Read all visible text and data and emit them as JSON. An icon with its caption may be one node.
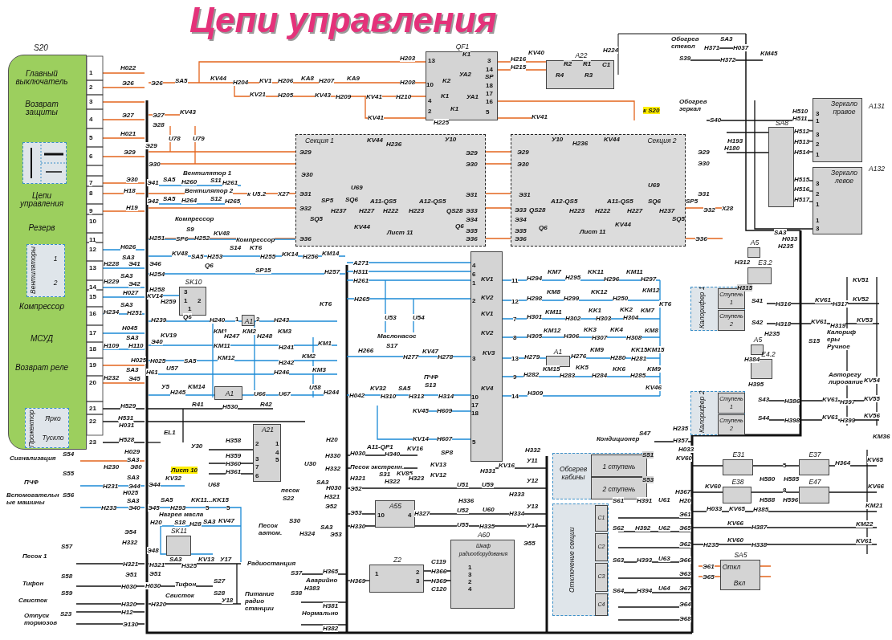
{
  "diagram": {
    "title": "Цепи управления",
    "nodes": [
      {
        "text": [
          "S20",
          "Главный выключатель",
          "Возврат защиты",
          "Цепи управления",
          "Резерв",
          "Компрессор",
          "МСУД",
          "Возврат реле"
        ]
      },
      {
        "text": [
          "Вентиляторы",
          "1",
          "2"
        ],
        "in": 0
      },
      {
        "text": [],
        "shape": "picture",
        "in": 0
      },
      {
        "text": [
          "Прожектор",
          "Ярко",
          "Тускло"
        ],
        "in": 0
      },
      {
        "text": [
          "QF1"
        ]
      },
      {
        "text": [
          "A22"
        ]
      },
      {
        "text": [
          "Секция 1"
        ]
      },
      {
        "text": [
          "Секция 2"
        ]
      },
      {
        "text": [
          "SA8"
        ]
      },
      {
        "text": [
          "Зеркало правое",
          "A131"
        ]
      },
      {
        "text": [
          "Зеркало левое",
          "A132"
        ]
      },
      {
        "text": [
          "SK10"
        ]
      },
      {
        "text": [
          "A1"
        ]
      },
      {
        "text": [
          "A1"
        ]
      },
      {
        "text": [
          "A1"
        ]
      },
      {
        "text": [
          "A21"
        ]
      },
      {
        "text": [
          "SK11"
        ]
      },
      {
        "text": [
          "A55"
        ]
      },
      {
        "text": [
          "A60",
          "Шкаф радиооборудования"
        ]
      },
      {
        "text": [
          "Z2"
        ]
      },
      {
        "text": [
          "Обогрев кабины"
        ]
      },
      {
        "text": [
          "1 ступень"
        ],
        "in": 20
      },
      {
        "text": [
          "2 ступень"
        ],
        "in": 20
      },
      {
        "text": [
          "Отключение секции"
        ]
      },
      {
        "text": [
          "C1"
        ],
        "in": 23
      },
      {
        "text": [
          "C2"
        ],
        "in": 23
      },
      {
        "text": [
          "C3"
        ],
        "in": 23
      },
      {
        "text": [
          "C4"
        ],
        "in": 23
      },
      {
        "text": [
          "Калорифер 1"
        ]
      },
      {
        "text": [
          "Ступень1"
        ],
        "in": 28
      },
      {
        "text": [
          "Ступень 2"
        ],
        "in": 28
      },
      {
        "text": [
          "Калорифер 2"
        ]
      },
      {
        "text": [
          "Ступень1"
        ],
        "in": 31
      },
      {
        "text": [
          "Ступень 2"
        ],
        "in": 31
      },
      {
        "text": [
          "A5"
        ]
      },
      {
        "text": [
          "E3.2"
        ]
      },
      {
        "text": [
          "A5"
        ]
      },
      {
        "text": [
          "E4.2"
        ]
      },
      {
        "text": [
          "SA5",
          "Откл",
          "Вкл"
        ]
      },
      {
        "text": [
          "E31"
        ]
      },
      {
        "text": [
          "E37"
        ]
      },
      {
        "text": [
          "E38"
        ]
      },
      {
        "text": [
          "E47"
        ]
      },
      {
        "text": [],
        "shape": "box"
      }
    ],
    "labels": [
      "1",
      "2",
      "3",
      "4",
      "5",
      "6",
      "7",
      "8",
      "9",
      "10",
      "11",
      "12",
      "13",
      "14",
      "15",
      "16",
      "17",
      "18",
      "19",
      "20",
      "21",
      "22",
      "23",
      "Н022",
      "Э26",
      "Э26",
      "SA5",
      "KV44",
      "Н204",
      "KV1",
      "Н206",
      "KA8",
      "Н207",
      "KA9",
      "Н208",
      "KV21",
      "Н205",
      "KV43",
      "Н209",
      "KV41",
      "Н210",
      "KV41",
      "Н225",
      "Н203",
      "Э27",
      "Э27",
      "KV43",
      "Э28",
      "Н021",
      "U78",
      "U79",
      "Э29",
      "Э29",
      "Э30",
      "Вентилятор 1",
      "Э30",
      "Э41",
      "SA5",
      "Н260",
      "S11",
      "Н261",
      "Н18",
      "Вентилятор 2",
      "Э42",
      "SA5",
      "Н264",
      "S12",
      "Н265",
      "к U5.2",
      "X27",
      "Н19",
      "Компрессор",
      "S9",
      "Н251",
      "SP6",
      "Н252",
      "KV48",
      "Компрессор",
      "Н026",
      "KV48",
      "SA5",
      "Н253",
      "S14",
      "KT6",
      "Н255",
      "KK14",
      "Н256",
      "KM14",
      "SA3",
      "Н228",
      "Э41",
      "Э46",
      "Q6",
      "Н254",
      "SP15",
      "Н257",
      "SA3",
      "Н229",
      "Э42",
      "Н258",
      "Н027",
      "KV14",
      "Н259",
      "SA3",
      "Н234",
      "Н251",
      "Н239",
      "Q6",
      "Н240",
      "Н243",
      "Н045",
      "KM1",
      "Н247",
      "KM2",
      "Н248",
      "KM3",
      "KT6",
      "3",
      "1",
      "2",
      "1",
      "1",
      "2",
      "SA3",
      "Н109",
      "Н110",
      "Э40",
      "KV19",
      "KM11",
      "Н241",
      "Н025",
      "Н025",
      "SA5",
      "KM12",
      "Н242",
      "SA3",
      "Н232",
      "Э45",
      "Н61",
      "U57",
      "Н246",
      "У5",
      "Н245",
      "KM14",
      "U66",
      "U67",
      "U58",
      "Н244",
      "Н529",
      "R41",
      "Н530",
      "R42",
      "Н531",
      "Н031",
      "EL1",
      "Н528",
      "Н358",
      "У30",
      "Н359",
      "Н360",
      "Н361",
      "Лист 10",
      "2",
      "3",
      "7",
      "6",
      "1",
      "4",
      "5",
      "Н029",
      "Сигнализация",
      "S54",
      "SA3",
      "Н230",
      "Э80",
      "ПЧФ",
      "S55",
      "SA3",
      "Н231",
      "Э44",
      "Э44",
      "KV32",
      "U68",
      "Вспомогательные машины",
      "S56",
      "Н025",
      "SA3",
      "SA5",
      "KK11...KK15",
      "Н233",
      "Э40",
      "Э45",
      "Н293",
      "5",
      "5",
      "Нагрев масла",
      "SA3",
      "KV47",
      "Н20",
      "S18",
      "Н28",
      "Э54",
      "Н332",
      "Э48",
      "S57",
      "Песок 1",
      "Н321",
      "Н321",
      "SA3",
      "Н325",
      "KV13",
      "У17",
      "Радиостанция",
      "Э51",
      "Э51",
      "Тифон",
      "S27",
      "S58",
      "Тифон",
      "Н030",
      "Н030",
      "Свисток",
      "S28",
      "У18",
      "Питание радио станции",
      "S59",
      "Свисток",
      "Н320",
      "Н320",
      "S23",
      "Н12",
      "Отпуск тормозов",
      "Э130",
      "песок",
      "S22",
      "S30",
      "Песок автом.",
      "S37",
      "S38",
      "Маслонасос",
      "S17",
      "Н266",
      "Н277",
      "KV47",
      "Н278",
      "A271",
      "Н311",
      "Н261",
      "Н265",
      "U53",
      "U54",
      "KM1",
      "KM2",
      "KM3",
      "Н042",
      "KV32",
      "SA5",
      "Н310",
      "Н313",
      "ПЧФ",
      "S13",
      "Н314",
      "KV45",
      "Н609",
      "Н20",
      "KV14",
      "Н607",
      "Н330",
      "Н030",
      "A11-QP1",
      "Н340",
      "KV16",
      "SP8",
      "U30",
      "Н332",
      "Песок экстренн.",
      "KV13",
      "S31",
      "KV85",
      "Н321",
      "Н322",
      "Н323",
      "KV12",
      "SA3",
      "Н030",
      "Э52",
      "U51",
      "U59",
      "Н321",
      "Н336",
      "Э52",
      "Э53",
      "Н327",
      "U52",
      "U60",
      "SA3",
      "Н330",
      "U55",
      "Н335",
      "Н324",
      "Э53",
      "10",
      "4",
      "1",
      "2",
      "3",
      "1",
      "3",
      "2",
      "4",
      "Н365",
      "Аварийно",
      "Н369",
      "Н383",
      "Н366",
      "Н369",
      "C119",
      "C120",
      "Н381",
      "Нормально",
      "Н382",
      "4",
      "6",
      "1",
      "2",
      "3",
      "10",
      "17",
      "18",
      "5",
      "11",
      "12",
      "7",
      "8",
      "13",
      "9",
      "14",
      "KV1",
      "KV2",
      "KV1",
      "KV2",
      "KV3",
      "KV4",
      "Н294",
      "KM7",
      "Н295",
      "KK11",
      "Н296",
      "KM11",
      "Н297",
      "Н298",
      "KM8",
      "Н299",
      "KK12",
      "Н250",
      "KM12",
      "KT6",
      "Н301",
      "KM11",
      "Н302",
      "KK1",
      "Н303",
      "KK2",
      "Н304",
      "KM7",
      "Н305",
      "KM12",
      "Н306",
      "KK3",
      "Н307",
      "KK4",
      "Н308",
      "KM8",
      "Н279",
      "Н276",
      "KK15",
      "KM15",
      "Н280",
      "Н281",
      "KM9",
      "Н282",
      "KM15",
      "Н283",
      "KK5",
      "Н284",
      "KK6",
      "Н285",
      "KM9",
      "KV46",
      "Н309",
      "Н331",
      "KV16",
      "У11",
      "У12",
      "Н333",
      "У13",
      "Н334",
      "У14",
      "Э55",
      "Н332",
      "K1",
      "13",
      "3",
      "Н216",
      "KV40",
      "Н224",
      "R2",
      "R1",
      "Н215",
      "14",
      "R4",
      "R3",
      "C1",
      "K2",
      "УА2",
      "SP",
      "10",
      "18",
      "17",
      "K1",
      "УА1",
      "4",
      "16",
      "K1",
      "2",
      "5",
      "KV41",
      "Обогрев стекол",
      "SA3",
      "Н371",
      "Н037",
      "S39",
      "Н372",
      "KM45",
      "к S20",
      "Обогрев зеркал",
      "S40",
      "Н510",
      "Н511",
      "Н512",
      "Н193",
      "Н513",
      "Н180",
      "Н514",
      "Н515",
      "Н516",
      "Н517",
      "X28",
      "3",
      "1",
      "3",
      "2",
      "1",
      "3",
      "2",
      "1",
      "1",
      "3",
      "KV44",
      "Н236",
      "У10",
      "Э29",
      "Э29",
      "Э30",
      "Э30",
      "U69",
      "Э31",
      "Э31",
      "Э32",
      "SP5",
      "Н237",
      "SQ6",
      "Н227",
      "A11-QS5",
      "Н222",
      "A12-QS5",
      "Н223",
      "QS28",
      "Э33",
      "SQ5",
      "Э34",
      "KV44",
      "Лист 11",
      "Q6",
      "Э35",
      "Э36",
      "Э36",
      "У10",
      "Н236",
      "KV44",
      "Э29",
      "Э29",
      "Э30",
      "Э30",
      "U69",
      "Э31",
      "Э31",
      "Э33",
      "QS28",
      "A12-QS5",
      "Н223",
      "A11-QS5",
      "SQ6",
      "SP5",
      "Н222",
      "Н227",
      "Н237",
      "Э32",
      "Э34",
      "Q6",
      "Лист 11",
      "KV44",
      "SQ5",
      "Э35",
      "Э36",
      "Э36",
      "SA3",
      "Н033",
      "Н235",
      "Н312",
      "Н315",
      "S41",
      "Н316",
      "KV51",
      "KV61",
      "Н317",
      "KV52",
      "S42",
      "Н318",
      "KV61",
      "Н319",
      "KV53",
      "Калориферы Ручное",
      "S15",
      "Н235",
      "Н384",
      "Н395",
      "Авторегулирование",
      "KV54",
      "S43",
      "Н386",
      "KV61",
      "Н397",
      "KV55",
      "S44",
      "Н398",
      "KV61",
      "Н399",
      "KV56",
      "KM36",
      "Кондиционер",
      "Н235",
      "S47",
      "Н357",
      "Н033",
      "S51",
      "KV60",
      "Н364",
      "KV65",
      "5",
      "S53",
      "Н580",
      "Н585",
      "8",
      "KV60",
      "Н367",
      "KV66",
      "S61",
      "Н391",
      "U61",
      "Н20",
      "Н588",
      "Н596",
      "Н033",
      "KV65",
      "Н385",
      "KM21",
      "Э61",
      "S62",
      "Н392",
      "U62",
      "Э65",
      "KV66",
      "Н387",
      "KM22",
      "Э62",
      "Н235",
      "KV60",
      "Н338",
      "KV61",
      "S63",
      "Н393",
      "U63",
      "Э66",
      "Э61",
      "Э63",
      "Э65",
      "S64",
      "Н394",
      "U64",
      "Э67",
      "Э64",
      "Э68"
    ]
  }
}
